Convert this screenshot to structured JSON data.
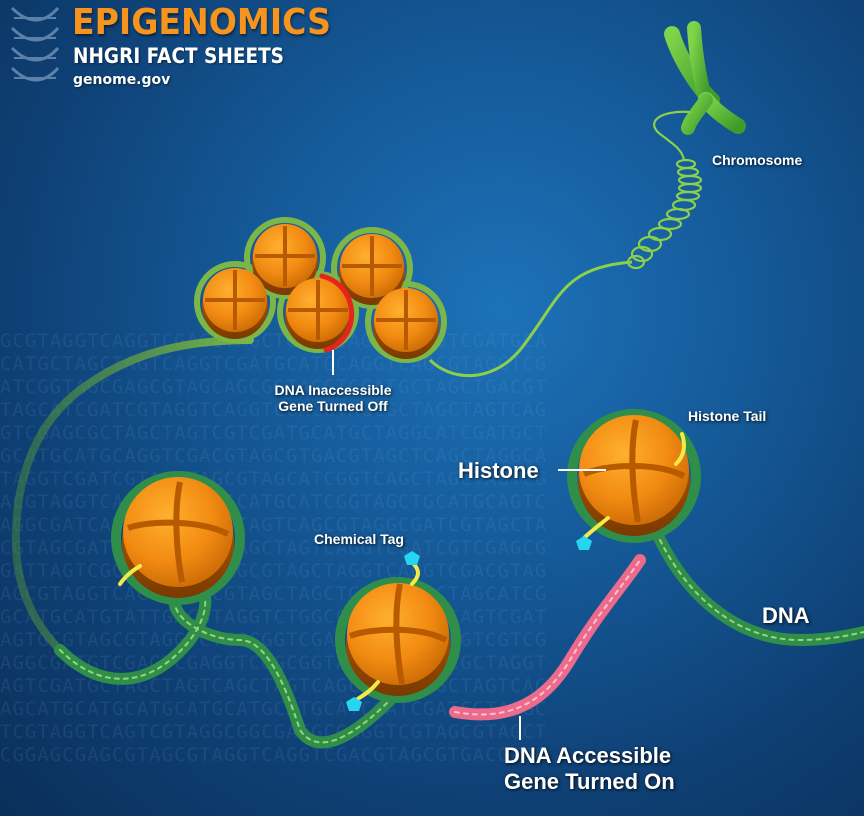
{
  "header": {
    "title": "EPIGENOMICS",
    "subtitle": "NHGRI FACT SHEETS",
    "site": "genome.gov"
  },
  "labels": {
    "chromosome": "Chromosome",
    "inaccessible_line1": "DNA Inaccessible",
    "inaccessible_line2": "Gene Turned Off",
    "histone_tail": "Histone Tail",
    "histone": "Histone",
    "chemical_tag": "Chemical Tag",
    "dna": "DNA",
    "accessible_line1": "DNA Accessible",
    "accessible_line2": "Gene Turned On"
  },
  "background_sequence": [
    "GCGTAGGTCAGGTCGACGTAGCTGACTCAGCGTAGGTCGATGCA",
    "CATGCTAGCTAGTCAGGTCGATGCATGCAGGTCAGCGTAGGTCG",
    "ATCGGTAGCGAGCGTAGCAGCGGTAGGTCGATGCTAGCTGACGT",
    "TAGCATCGATCGTAGGTCAGGTCGACGTAGCGCTAGCTAGTCAG",
    "GTCGAGCGCTAGCTAGTCGTCGATGCATGCTAGGCATCGATGCT",
    "GCATGCATGCAGGTCGACGTAGCGTGACGTAGCTCAGCTAGGCA",
    "TAGGTCGATCGTAGCTAGCGTAGCATCGGTCAGCTAGCTAGTCG",
    "ACGTAGGTCAGCTAGCGTGCATGCATCGGTAGCTGCATGCAGTC",
    "AGGCGATCATTAGCATTGCTAGTCAGCGTAGGCGATCGTAGCTA",
    "CGTAGCGATCAGCTGACGTAGCTAGTCAGGTCGATCGTCGAGCG",
    "GATTAGTCGGTAGCGGGTAGCGTAGCTAGGTCAGGTCGACGTAG",
    "AGCGTAGGTCAGGTCGACGTAGCTAGCTGACGTAGCTAGCATCG",
    "GCATGCATGTATTGACGTAGGTCTGGCGATCGTAGCTAGTCGAT",
    "AGTGCGTAGCGTAGGTCTGGCGGTCGATGCATGCTAGGTCGTCG",
    "AGGCGATGTCGAGTCGAGGTCGGCGGTAGCTAGCATCGCTAGGT",
    "AGTCGATGCTAGCTAGTCAGCTAGTCAGCTAGCTAGCTAGTCAG",
    "AGCATGCATGCATGCATGCATGCATGCATCGATCGATCGTAGGC",
    "TCGTAGGTCAGTCGTAGGCGGCGAGGCGAGGTCGTAGCGTAGCT",
    "CGGAGCGAGCGTAGCGTAGGTCAGGTCGACGTAGCGTGACGTAG"
  ]
}
